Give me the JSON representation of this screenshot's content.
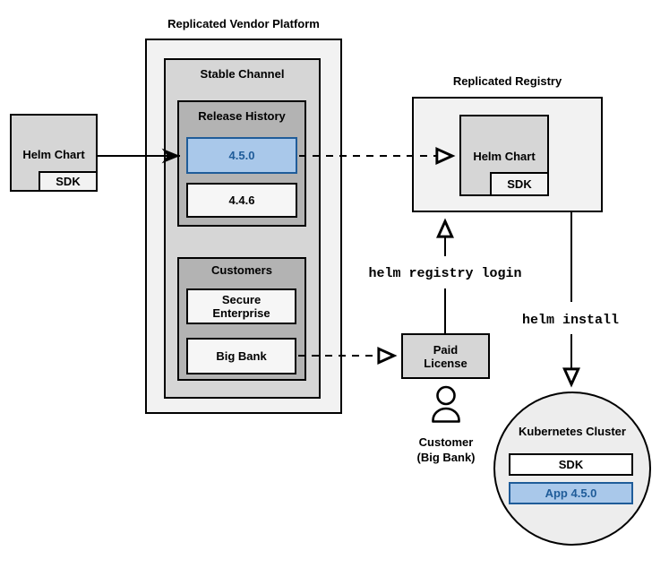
{
  "platform": {
    "title": "Replicated Vendor Platform",
    "stable_channel": {
      "title": "Stable Channel",
      "release_history": {
        "title": "Release History",
        "releases": [
          {
            "version": "4.5.0",
            "highlighted": true
          },
          {
            "version": "4.4.6",
            "highlighted": false
          }
        ]
      },
      "customers": {
        "title": "Customers",
        "items": [
          {
            "name": "Secure Enterprise"
          },
          {
            "name": "Big Bank"
          }
        ]
      }
    }
  },
  "vendor_helm_chart": {
    "label": "Helm Chart",
    "sdk": "SDK"
  },
  "registry": {
    "title": "Replicated Registry",
    "helm_chart": "Helm Chart",
    "sdk": "SDK"
  },
  "paid_license": {
    "label": "Paid License"
  },
  "customer": {
    "line1": "Customer",
    "line2": "(Big Bank)"
  },
  "commands": {
    "registry_login": "helm registry login",
    "install": "helm install"
  },
  "cluster": {
    "title": "Kubernetes Cluster",
    "sdk": "SDK",
    "app": "App 4.5.0"
  },
  "colors": {
    "highlight_fill": "#a9c8ea",
    "highlight_border": "#1f5c99",
    "highlight_text": "#1f5c99",
    "container_light": "#f2f2f2",
    "container_medium": "#d6d6d6",
    "container_dark": "#b3b3b3",
    "line": "#000000"
  }
}
